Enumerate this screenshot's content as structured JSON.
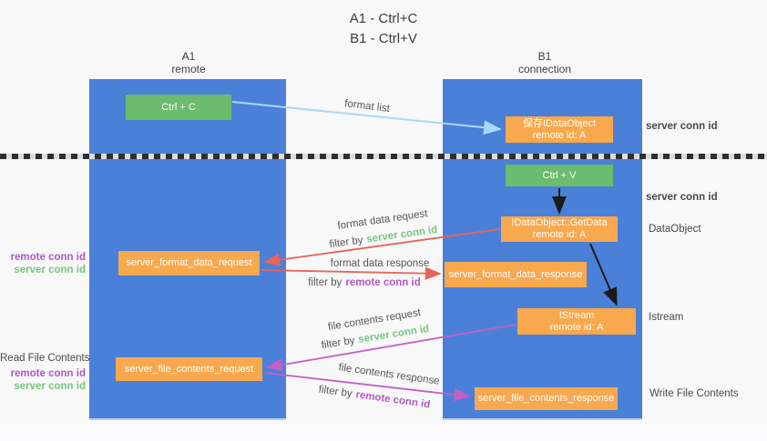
{
  "title": {
    "line1": "A1 - Ctrl+C",
    "line2": "B1 - Ctrl+V"
  },
  "columns": {
    "a1": {
      "name": "A1",
      "subtitle": "remote"
    },
    "b1": {
      "name": "B1",
      "subtitle": "connection"
    }
  },
  "nodes": {
    "ctrl_c": "Ctrl + C",
    "ctrl_v": "Ctrl + V",
    "save_idataobject": {
      "line1": "保存IDataObject",
      "line2": "remote id: A"
    },
    "idataobject_getdata": {
      "line1": "IDataObject::GetData",
      "line2": "remote id: A"
    },
    "istream": {
      "line1": "IStream",
      "line2": "remote id: A"
    },
    "server_format_data_request": "server_format_data_request",
    "server_format_data_response": "server_format_data_response",
    "server_file_contents_request": "server_file_contents_request",
    "server_file_contents_response": "server_file_contents_response"
  },
  "edge_labels": {
    "format_list": "format list",
    "format_data_request": "format data request",
    "format_data_response": "format data response",
    "file_contents_request": "file contents request",
    "file_contents_response": "file contents response",
    "filter_by": "filter by"
  },
  "side_labels": {
    "server_conn_id": "server conn id",
    "remote_conn_id": "remote conn id",
    "dataobject": "DataObject",
    "istream": "Istream",
    "read_file_contents": "Read File Contents",
    "write_file_contents": "Write File Contents"
  },
  "colors": {
    "lifeline_blue": "#4a80d8",
    "node_green": "#6dbb6e",
    "node_orange": "#f8a84d",
    "arrow_blue": "#a8d8f8",
    "arrow_red": "#e86358",
    "arrow_magenta": "#c45fc5",
    "arrow_black": "#1a1a1a",
    "label_green": "#76c77b",
    "label_purple": "#b159c5"
  }
}
